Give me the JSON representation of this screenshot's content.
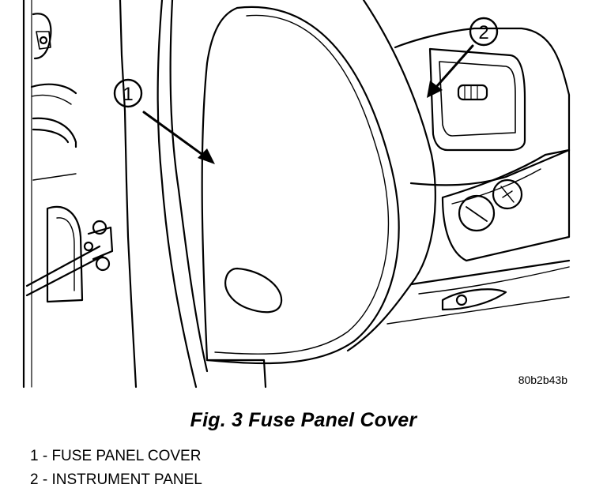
{
  "figure": {
    "image_code": "80b2b43b",
    "callouts": [
      "1",
      "2"
    ],
    "caption": "Fig. 3 Fuse Panel Cover"
  },
  "legend": [
    {
      "text": "1 - FUSE PANEL COVER"
    },
    {
      "text": "2 - INSTRUMENT PANEL"
    }
  ]
}
